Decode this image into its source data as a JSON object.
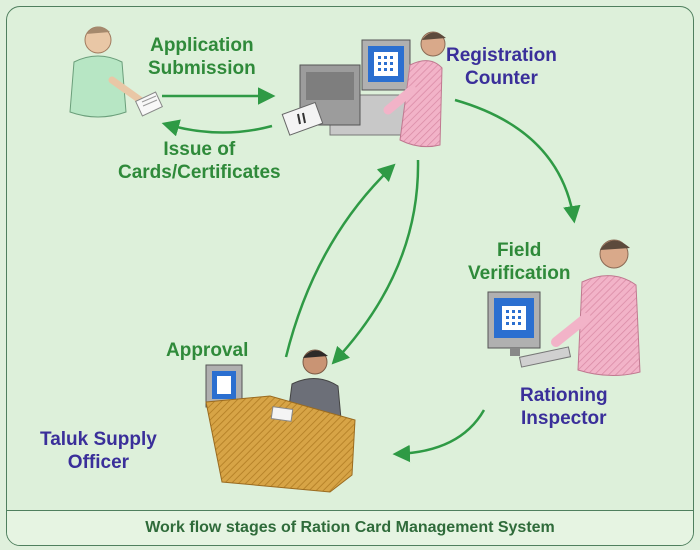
{
  "stages": {
    "application_submission": [
      "Application",
      "Submission"
    ],
    "issue_of_cards": [
      "Issue of",
      "Cards/Certificates"
    ],
    "registration_counter": [
      "Registration",
      "Counter"
    ],
    "field_verification": [
      "Field",
      "Verification"
    ],
    "rationing_inspector": [
      "Rationing",
      "Inspector"
    ],
    "approval": "Approval",
    "taluk_supply_officer": [
      "Taluk Supply",
      "Officer"
    ]
  },
  "caption": "Work flow stages of Ration Card Management System",
  "colors": {
    "background": "#dff0dc",
    "green_text": "#2f8a3a",
    "blue_text": "#3a2f9a",
    "arrow": "#2f9a45"
  },
  "figures": [
    "applicant",
    "registration-clerk",
    "rationing-inspector",
    "taluk-supply-officer"
  ]
}
